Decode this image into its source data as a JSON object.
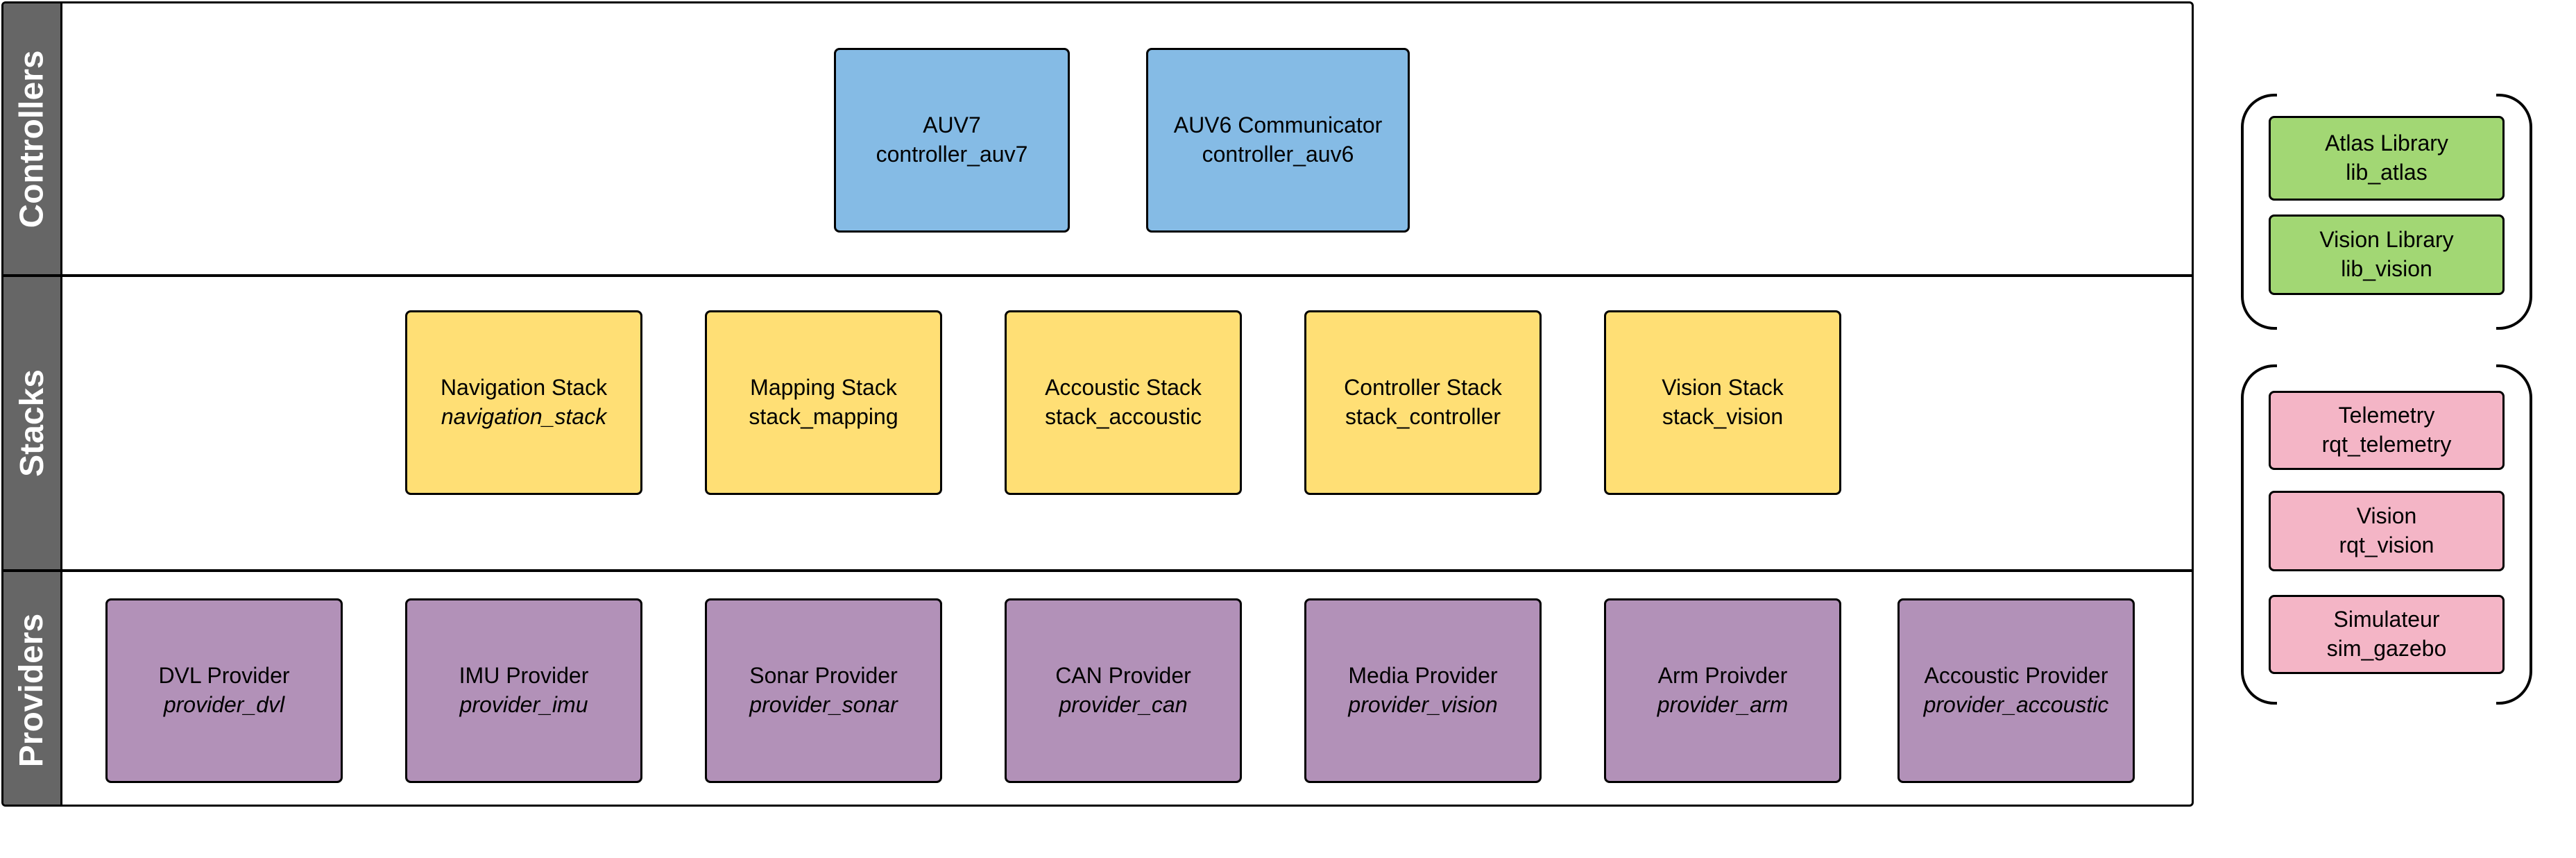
{
  "lanes": [
    {
      "title": "Controllers",
      "color": "#85bbe5",
      "nodes": [
        {
          "name": "AUV7",
          "id": "controller_auv7",
          "italic": false
        },
        {
          "name": "AUV6 Communicator",
          "id": "controller_auv6",
          "italic": false
        }
      ]
    },
    {
      "title": "Stacks",
      "color": "#ffdf75",
      "nodes": [
        {
          "name": "Navigation Stack",
          "id": "navigation_stack",
          "italic": true
        },
        {
          "name": "Mapping Stack",
          "id": "stack_mapping",
          "italic": false
        },
        {
          "name": "Accoustic Stack",
          "id": "stack_accoustic",
          "italic": false
        },
        {
          "name": "Controller Stack",
          "id": "stack_controller",
          "italic": false
        },
        {
          "name": "Vision Stack",
          "id": "stack_vision",
          "italic": false
        }
      ]
    },
    {
      "title": "Providers",
      "color": "#b291b8",
      "nodes": [
        {
          "name": "DVL Provider",
          "id": "provider_dvl",
          "italic": true
        },
        {
          "name": "IMU Provider",
          "id": "provider_imu",
          "italic": true
        },
        {
          "name": "Sonar Provider",
          "id": "provider_sonar",
          "italic": true
        },
        {
          "name": "CAN Provider",
          "id": "provider_can",
          "italic": true
        },
        {
          "name": "Media Provider",
          "id": "provider_vision",
          "italic": true
        },
        {
          "name": "Arm Proivder",
          "id": "provider_arm",
          "italic": true
        },
        {
          "name": "Accoustic Provider",
          "id": "provider_accoustic",
          "italic": true
        }
      ]
    }
  ],
  "libraries": {
    "color": "#a2d774",
    "items": [
      {
        "name": "Atlas Library",
        "id": "lib_atlas"
      },
      {
        "name": "Vision Library",
        "id": "lib_vision"
      }
    ]
  },
  "tools": {
    "color": "#f4b5c6",
    "items": [
      {
        "name": "Telemetry",
        "id": "rqt_telemetry"
      },
      {
        "name": "Vision",
        "id": "rqt_vision"
      },
      {
        "name": "Simulateur",
        "id": "sim_gazebo"
      }
    ]
  }
}
